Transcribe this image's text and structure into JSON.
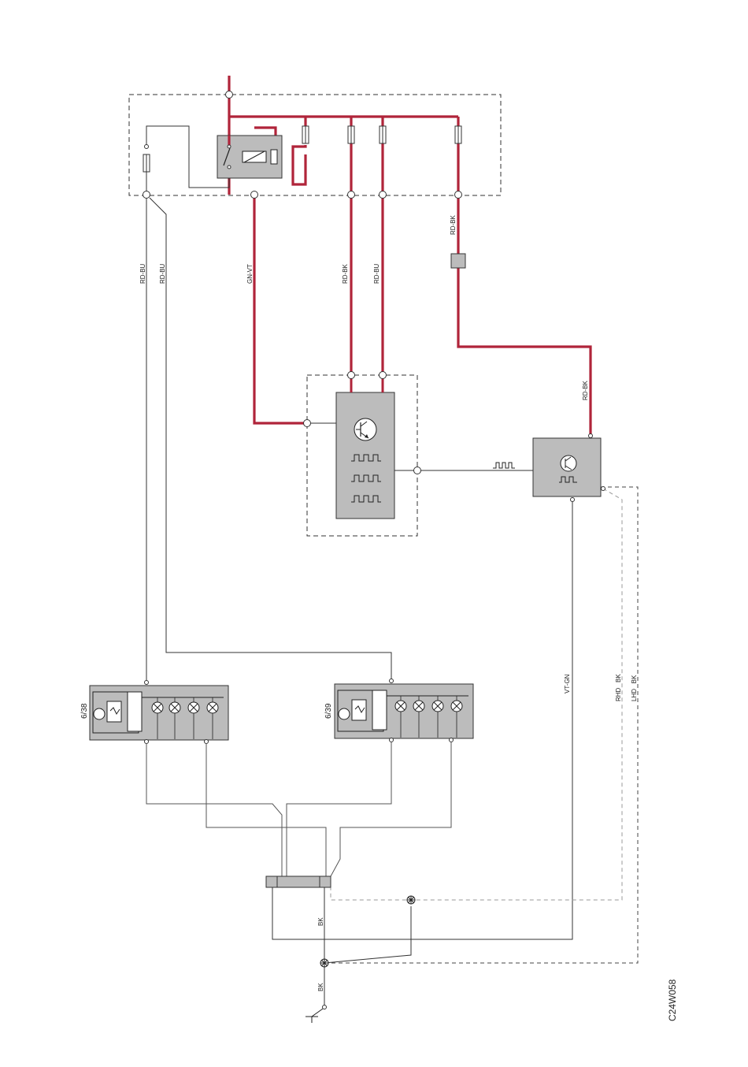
{
  "wire_labels": {
    "rd_bu_1": "RD-BU",
    "rd_bu_2": "RD-BU",
    "gn_vt": "GN-VT",
    "rd_bk_1": "RD-BK",
    "rd_bu_3": "RD-BU",
    "rd_bk_top": "RD-BK",
    "rd_bk_right": "RD-BK",
    "vt_gn": "VT-GN",
    "rhd_bk": "RHD   BK",
    "lhd_bk": "LHD   BK",
    "bk_upper": "BK",
    "bk_lower": "BK"
  },
  "components": {
    "module_left_id": "6/38",
    "module_right_id": "6/39"
  },
  "figure_id": "C24W058",
  "colors": {
    "power_wire": "#b0243a",
    "module_fill": "#bcbcbc",
    "signal_wire": "#333333"
  }
}
